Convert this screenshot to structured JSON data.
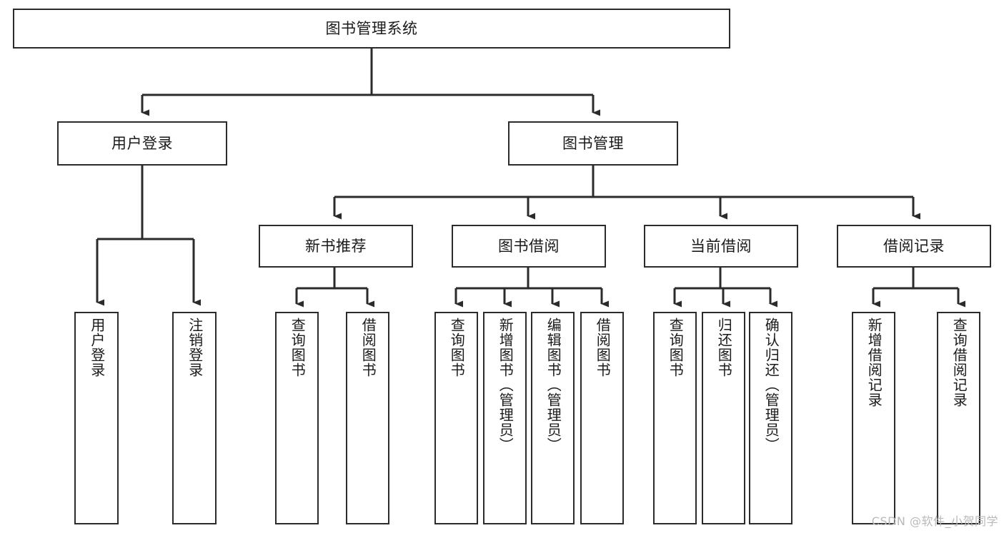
{
  "diagram": {
    "title": "图书管理系统",
    "type": "tree-hierarchy-chart",
    "watermark": "CSDN @软件_小贺同学",
    "colors": {
      "box_border": "#2b2b2b",
      "box_fill": "#ffffff",
      "connector": "#2b2b2b",
      "text": "#1a1a1a",
      "watermark": "#b9b9b9",
      "background": "#ffffff"
    },
    "root": {
      "label": "图书管理系统",
      "orientation": "horizontal"
    },
    "level2": [
      {
        "label": "用户登录",
        "orientation": "horizontal"
      },
      {
        "label": "图书管理",
        "orientation": "horizontal"
      }
    ],
    "level3": [
      {
        "label": "新书推荐",
        "orientation": "horizontal"
      },
      {
        "label": "图书借阅",
        "orientation": "horizontal"
      },
      {
        "label": "当前借阅",
        "orientation": "horizontal"
      },
      {
        "label": "借阅记录",
        "orientation": "horizontal"
      }
    ],
    "leaves": {
      "user_login": [
        {
          "label": "用户登录",
          "orientation": "vertical"
        },
        {
          "label": "注销登录",
          "orientation": "vertical"
        }
      ],
      "new_book_recommend": [
        {
          "label": "查询图书",
          "orientation": "vertical"
        },
        {
          "label": "借阅图书",
          "orientation": "vertical"
        }
      ],
      "book_borrow": [
        {
          "label": "查询图书",
          "orientation": "vertical"
        },
        {
          "label": "新增图书（管理员）",
          "orientation": "vertical"
        },
        {
          "label": "编辑图书（管理员）",
          "orientation": "vertical"
        },
        {
          "label": "借阅图书",
          "orientation": "vertical"
        }
      ],
      "current_borrow": [
        {
          "label": "查询图书",
          "orientation": "vertical"
        },
        {
          "label": "归还图书",
          "orientation": "vertical"
        },
        {
          "label": "确认归还（管理员）",
          "orientation": "vertical"
        }
      ],
      "borrow_record": [
        {
          "label": "新增借阅记录",
          "orientation": "vertical"
        },
        {
          "label": "查询借阅记录",
          "orientation": "vertical"
        }
      ]
    }
  }
}
